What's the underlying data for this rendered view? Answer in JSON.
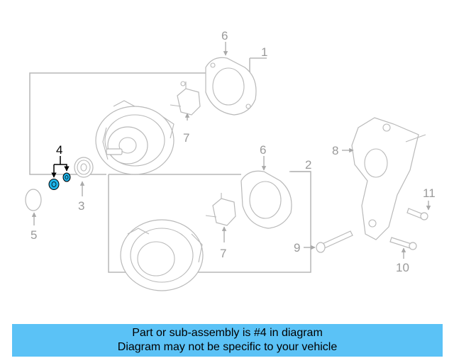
{
  "diagram": {
    "callouts": {
      "c1": "1",
      "c2": "2",
      "c3": "3",
      "c4": "4",
      "c5": "5",
      "c6_top": "6",
      "c6_bottom": "6",
      "c7_top": "7",
      "c7_bottom": "7",
      "c8": "8",
      "c9": "9",
      "c10": "10",
      "c11": "11"
    },
    "highlight_color": "#1fb3e8"
  },
  "banner": {
    "line1": "Part or sub-assembly is #4 in diagram",
    "line2": "Diagram may not be specific to your vehicle",
    "color": "#5bc2f6"
  }
}
